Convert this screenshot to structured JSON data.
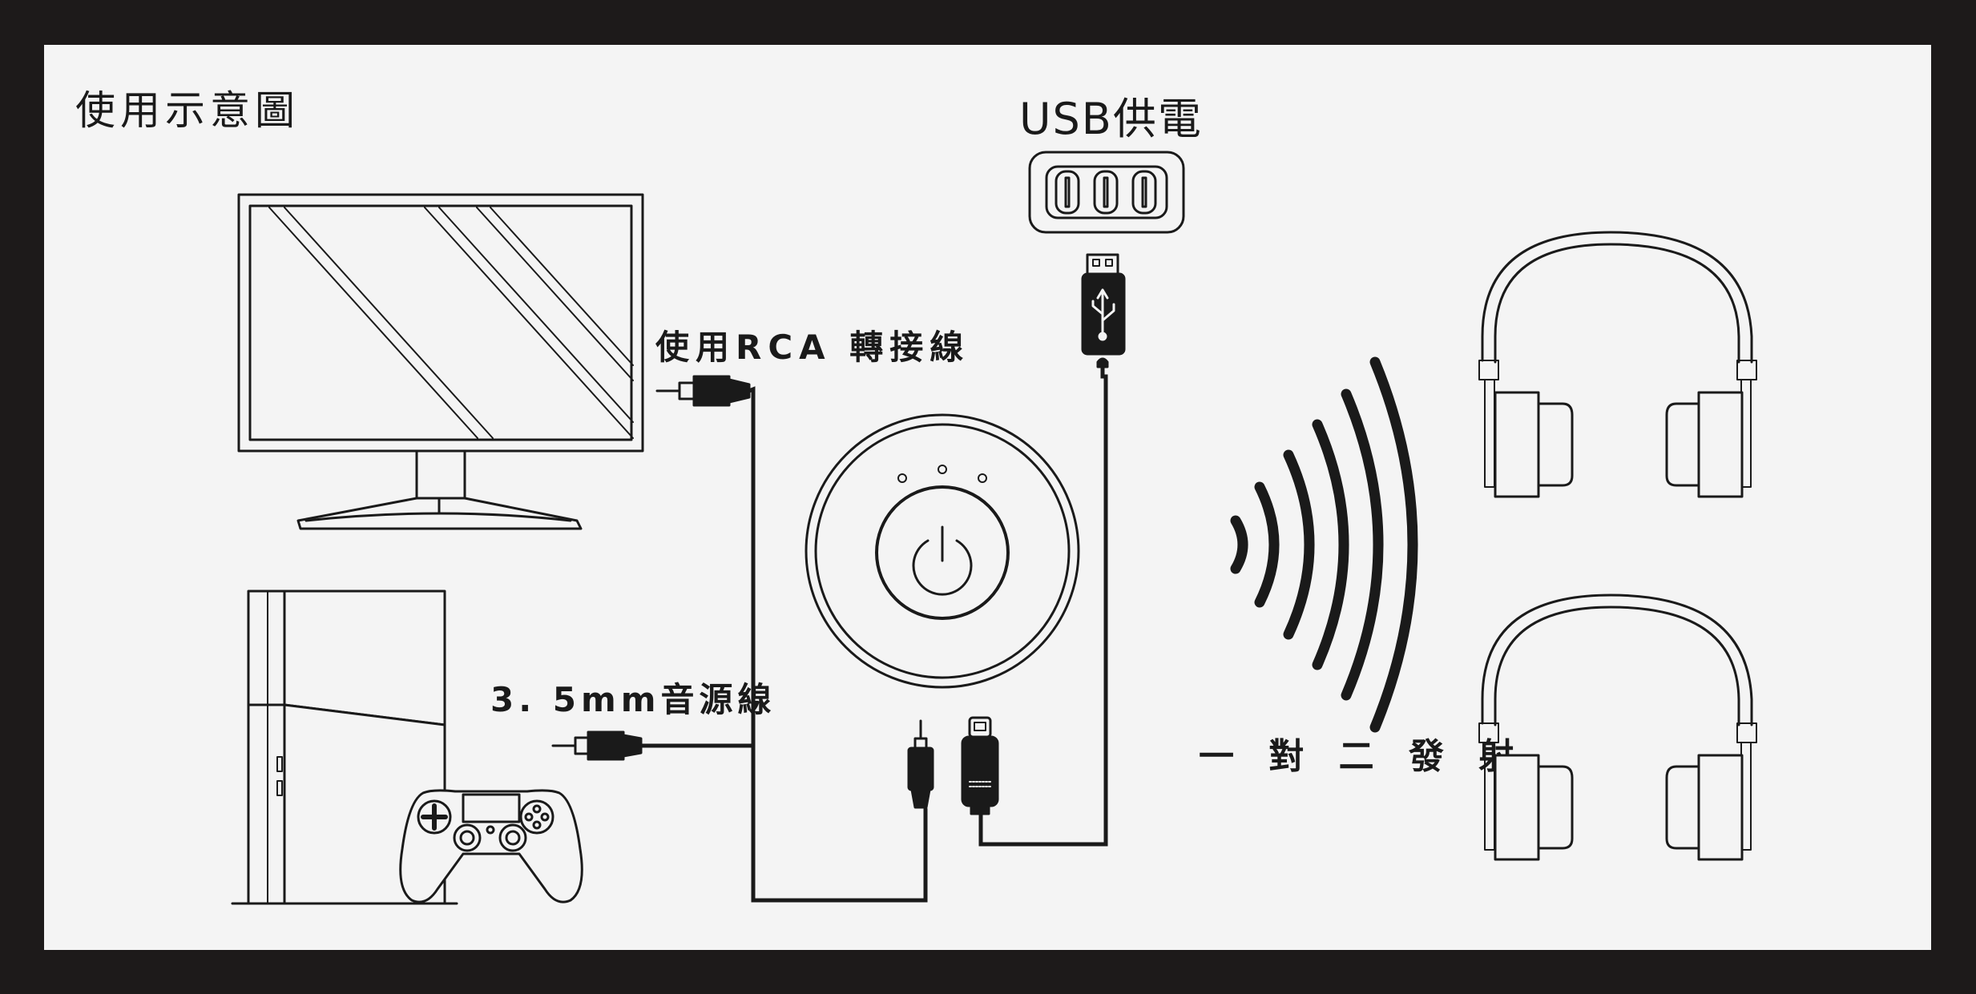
{
  "diagram": {
    "title": "使用示意圖",
    "usb_power_label": "USB供電",
    "rca_cable_label": "使用RCA 轉接線",
    "aux_cable_label": "3. 5mm音源線",
    "transmit_label": "一 對 二 發 射"
  },
  "colors": {
    "frame": "#1d1a1a",
    "panel": "#f4f4f4",
    "line": "#1a1a1a"
  }
}
